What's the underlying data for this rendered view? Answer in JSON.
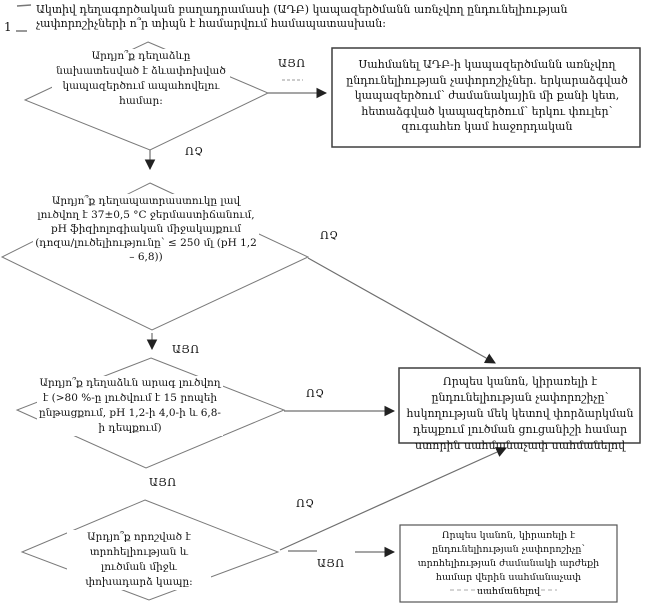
{
  "page": {
    "margin_number": "1",
    "title": "Ակտիվ դեղագործական բաղադրամասի (ԱԴԲ) կապազերծմանն առնչվող ընդունելիության չափորոշիչների ո՞ր տիպն է համարվում համապատասխան:"
  },
  "labels": {
    "yes": "ԱՅՈ",
    "no": "ՈՉ"
  },
  "decisions": [
    {
      "id": "d1",
      "text": "Արդյո՞ք դեղաձևը նախատեսված է ձևափոխված կապազերծում ապահովելու համար:"
    },
    {
      "id": "d2",
      "text": "Արդյո՞ք դեղապատրաստուկը լավ լուծվող է 37±0,5 °C ջերմաստիճանում, pH ֆիզիոլոգիական միջակայքում (դոզա/լուծելիությունը՝ ≤ 250 մլ (pH 1,2 – 6,8))"
    },
    {
      "id": "d3",
      "text": "Արդյո՞ք դեղաձևն արագ լուծվող է (>80 %-ը լուծվում է 15 րոպեի ընթացքում, pH 1,2-ի 4,0-ի և 6,8-ի դեպքում)"
    },
    {
      "id": "d4",
      "text": "Արդյո՞ք որոշված է տրոհելիության և լուծման միջև փոխադարձ կապը:"
    }
  ],
  "outcomes": [
    {
      "id": "b1",
      "text": "Սահմանել ԱԴԲ-ի կապազերծմանն առնչվող ընդունելիության չափորոշիչներ. երկարաձգված կապազերծում՝ ժամանակային մի քանի կետ, հետաձգված կապազերծում՝ երկու փուլեր՝ զուգահեռ կամ հաջորդական"
    },
    {
      "id": "b2",
      "text": "Որպես կանոն, կիրառելի է ընդունելիության չափորոշիչը՝ հսկողության մեկ կետով փորձարկման դեպքում լուծման ցուցանիշի համար ստորին սահմանաչափ սահմանելով"
    },
    {
      "id": "b3",
      "text": "Որպես կանոն, կիրառելի է ընդունելիության չափորոշիչը՝ տրոհելիության ժամանակի արժեքի համար վերին սահմանաչափ սահմանելով"
    }
  ],
  "edges": [
    {
      "from": "d1",
      "to": "b1",
      "label": "ԱՅՈ"
    },
    {
      "from": "d1",
      "to": "d2",
      "label": "ՈՉ"
    },
    {
      "from": "d2",
      "to": "b2",
      "label": "ՈՉ"
    },
    {
      "from": "d2",
      "to": "d3",
      "label": "ԱՅՈ"
    },
    {
      "from": "d3",
      "to": "b2",
      "label": "ՈՉ"
    },
    {
      "from": "d3",
      "to": "d4",
      "label": "ԱՅՈ"
    },
    {
      "from": "d4",
      "to": "b2",
      "label": "ՈՉ"
    },
    {
      "from": "d4",
      "to": "b3",
      "label": "ԱՅՈ"
    }
  ],
  "colors": {
    "line": "#6f6f6f",
    "arrowhead": "#222222",
    "box_border": "#3f3f3f",
    "text": "#111111",
    "background": "#ffffff"
  }
}
